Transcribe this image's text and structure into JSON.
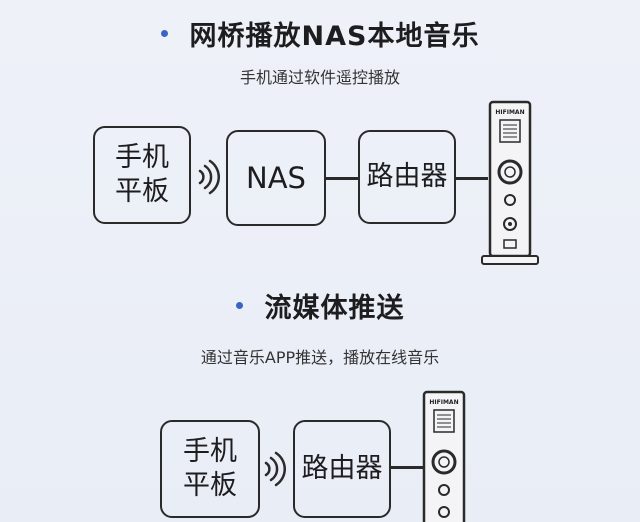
{
  "section1": {
    "title": "网桥播放NAS本地音乐",
    "subtitle": "手机通过软件遥控播放",
    "phone_box": [
      "手机",
      "平板"
    ],
    "nas_box": "NAS",
    "router_box": "路由器",
    "device_brand": "HIFIMAN"
  },
  "section2": {
    "title": "流媒体推送",
    "subtitle": "通过音乐APP推送，播放在线音乐",
    "phone_box": [
      "手机",
      "平板"
    ],
    "router_box": "路由器",
    "device_brand": "HIFIMAN"
  },
  "colors": {
    "bullet": "#3a63c8",
    "line": "#2a2a2a",
    "background": "#eef1f8"
  },
  "icons": {
    "wireless": "wireless-signal-icon",
    "device": "hifi-amplifier-icon"
  }
}
